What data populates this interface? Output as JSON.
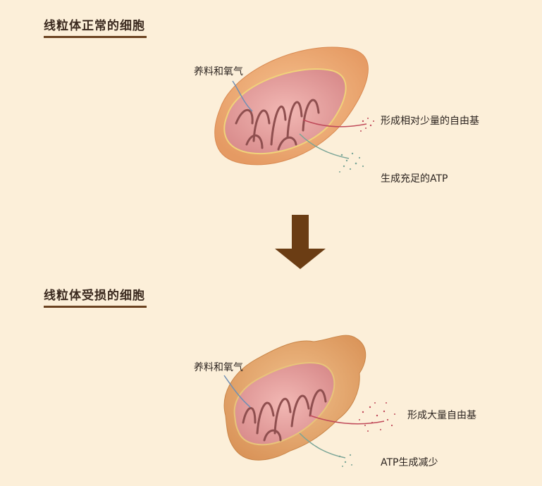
{
  "sections": [
    {
      "title": "线粒体正常的细胞",
      "labels": {
        "input": "养料和氧气",
        "radicals": "形成相对少量的自由基",
        "atp": "生成充足的ATP"
      }
    },
    {
      "title": "线粒体受损的细胞",
      "labels": {
        "input": "养料和氧气",
        "radicals": "形成大量自由基",
        "atp": "ATP生成减少"
      }
    }
  ],
  "colors": {
    "background": "#fcefd9",
    "arrow": "#6b3d14",
    "outer_membrane": "#e9a46c",
    "inner_matrix": "#d98f8f",
    "cristae": "#8f4f4f",
    "radicals": "#c04a5a",
    "atp": "#7aa597",
    "input_line": "#6f8fb5"
  }
}
